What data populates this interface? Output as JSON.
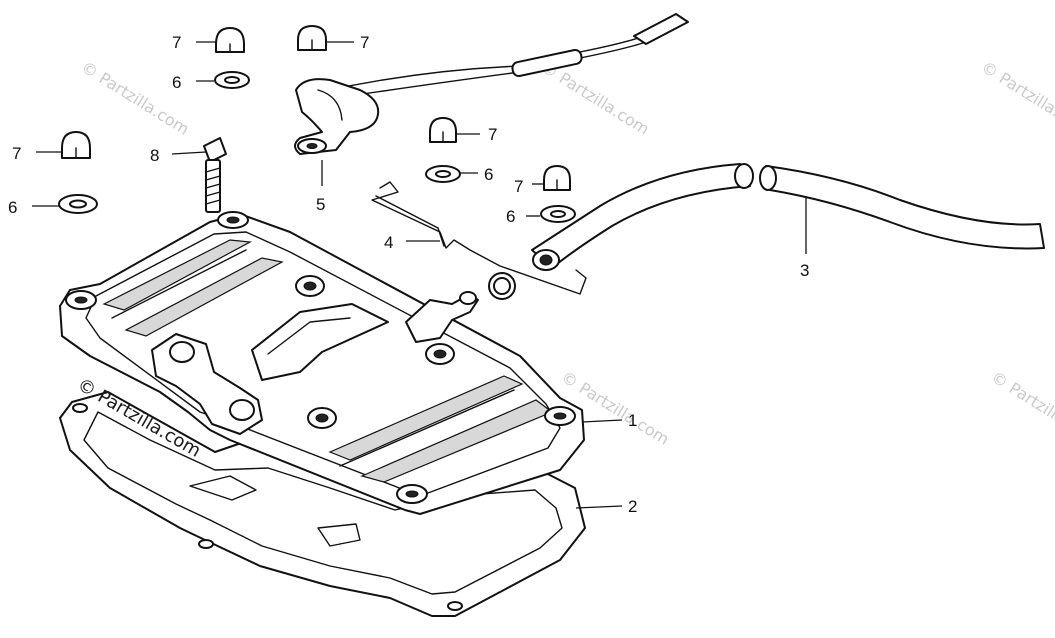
{
  "diagram": {
    "callouts": {
      "cover": "1",
      "gasket": "2",
      "hose": "3",
      "spring_clip": "4",
      "wire_clamp": "5",
      "washer_top": "6",
      "washer_left": "6",
      "washer_mid": "6",
      "washer_right": "6",
      "cap_nut_top_left": "7",
      "cap_nut_top_right": "7",
      "cap_nut_left": "7",
      "cap_nut_mid": "7",
      "cap_nut_right": "7",
      "bolt": "8"
    },
    "watermarks": {
      "main": "© Partzilla.com",
      "faint": "© Partzilla.com"
    }
  }
}
